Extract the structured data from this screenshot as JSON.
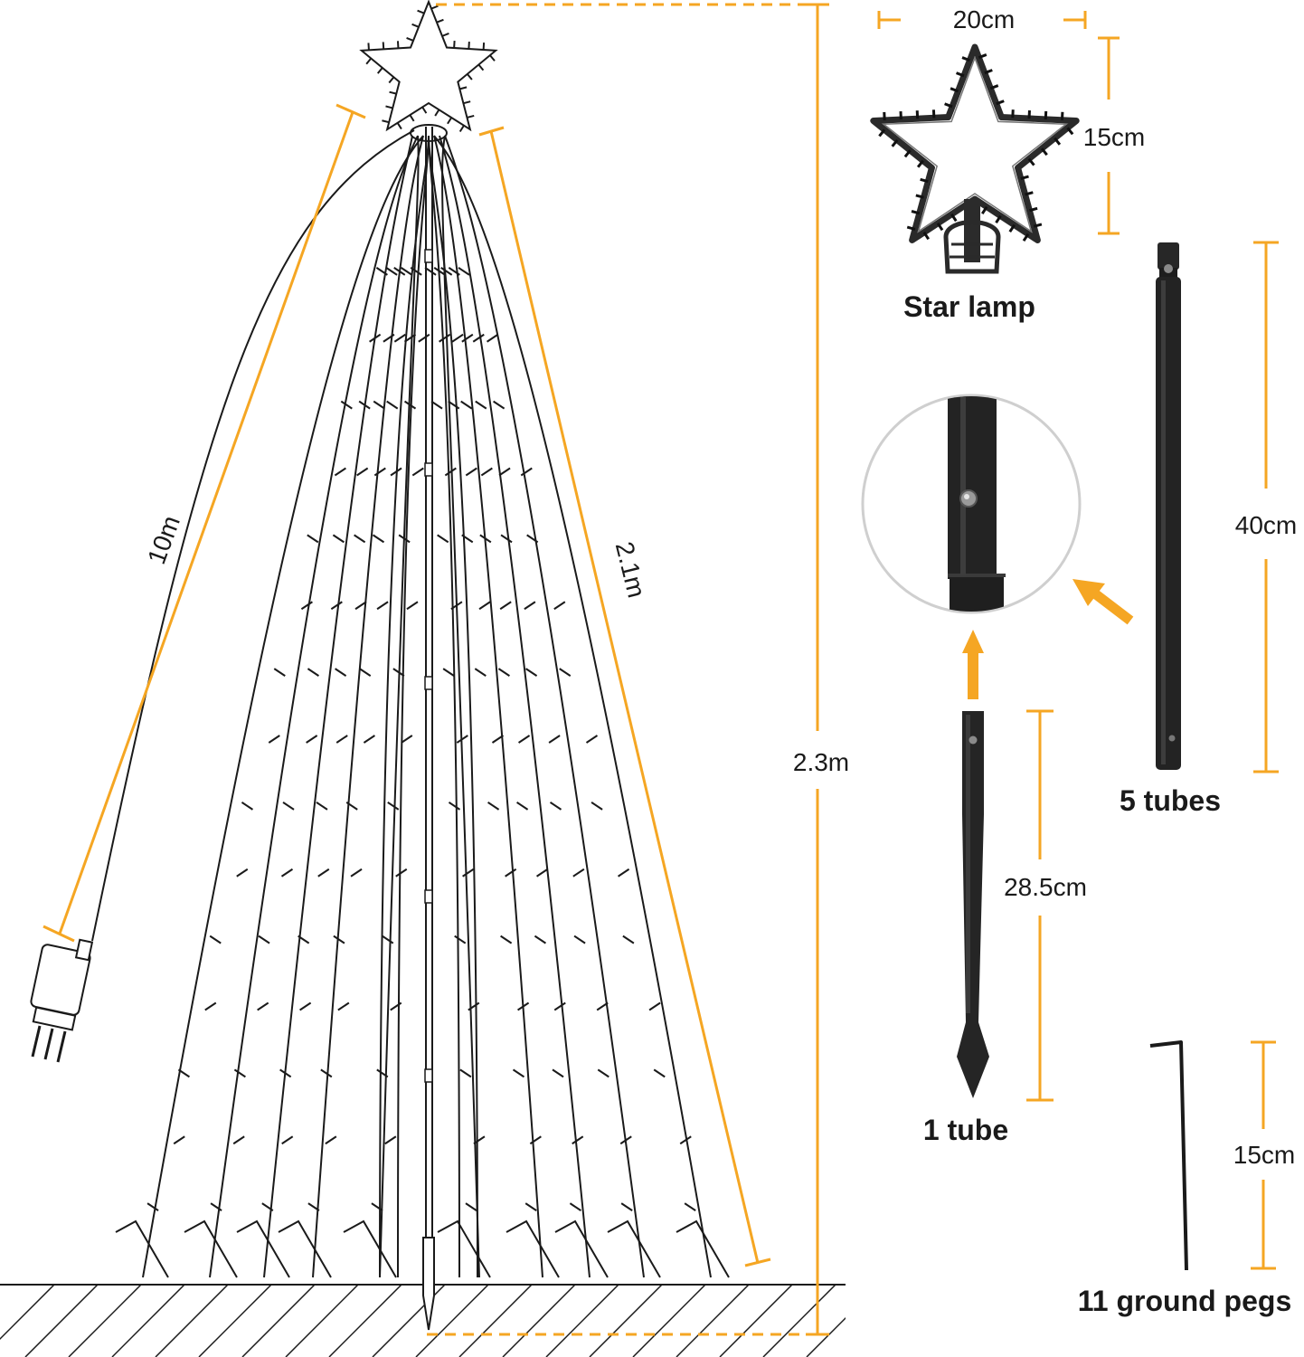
{
  "colors": {
    "accent": "#F5A623",
    "ink": "#1a1a1a",
    "tube": "#222222",
    "background": "#ffffff"
  },
  "tree": {
    "cable_length": "10m",
    "string_length": "2.1m",
    "total_height": "2.3m"
  },
  "parts": {
    "star": {
      "width": "20cm",
      "height": "15cm",
      "caption": "Star lamp"
    },
    "long_tube": {
      "length": "40cm",
      "caption": "5 tubes"
    },
    "spike_tube": {
      "length": "28.5cm",
      "caption": "1 tube"
    },
    "peg": {
      "length": "15cm",
      "caption": "11 ground pegs"
    }
  },
  "icons": [
    "star-icon",
    "plug-icon",
    "ground-peg-icon",
    "arrow-up-icon",
    "arrow-diagonal-icon",
    "zoom-circle-icon"
  ]
}
